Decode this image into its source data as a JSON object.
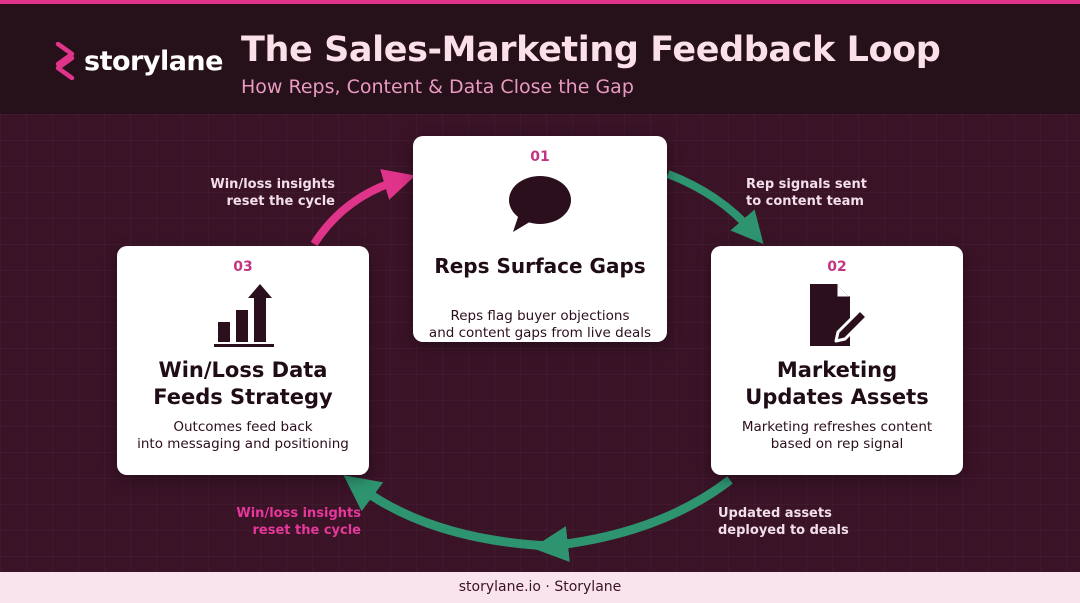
{
  "brand": {
    "name": "storylane"
  },
  "header": {
    "title": "The Sales-Marketing Feedback Loop",
    "subtitle": "How Reps, Content & Data Close the Gap"
  },
  "steps": [
    {
      "number": "01",
      "title": "Reps Surface Gaps",
      "description": "Reps flag buyer objections and content gaps from live deals",
      "icon": "speech-bubble-icon"
    },
    {
      "number": "02",
      "title": "Marketing Updates Assets",
      "description": "Marketing refreshes content based on rep signal",
      "icon": "document-edit-icon"
    },
    {
      "number": "03",
      "title": "Win/Loss Data Feeds Strategy",
      "description": "Outcomes feed back into messaging and positioning",
      "icon": "bar-chart-up-icon"
    }
  ],
  "connectors": {
    "top_left": "Win/loss insights reset the cycle",
    "top_right": "Rep signals sent to content team",
    "bottom_right": "Updated assets deployed to deals",
    "bottom_left": "Win/loss insights reset the cycle"
  },
  "footer": {
    "text": "storylane.io · Storylane"
  },
  "colors": {
    "accent_pink": "#e0348a",
    "accent_green": "#2e9470",
    "background": "#3a1327",
    "header_bg": "#261019",
    "footer_bg": "#f9e4ee"
  }
}
